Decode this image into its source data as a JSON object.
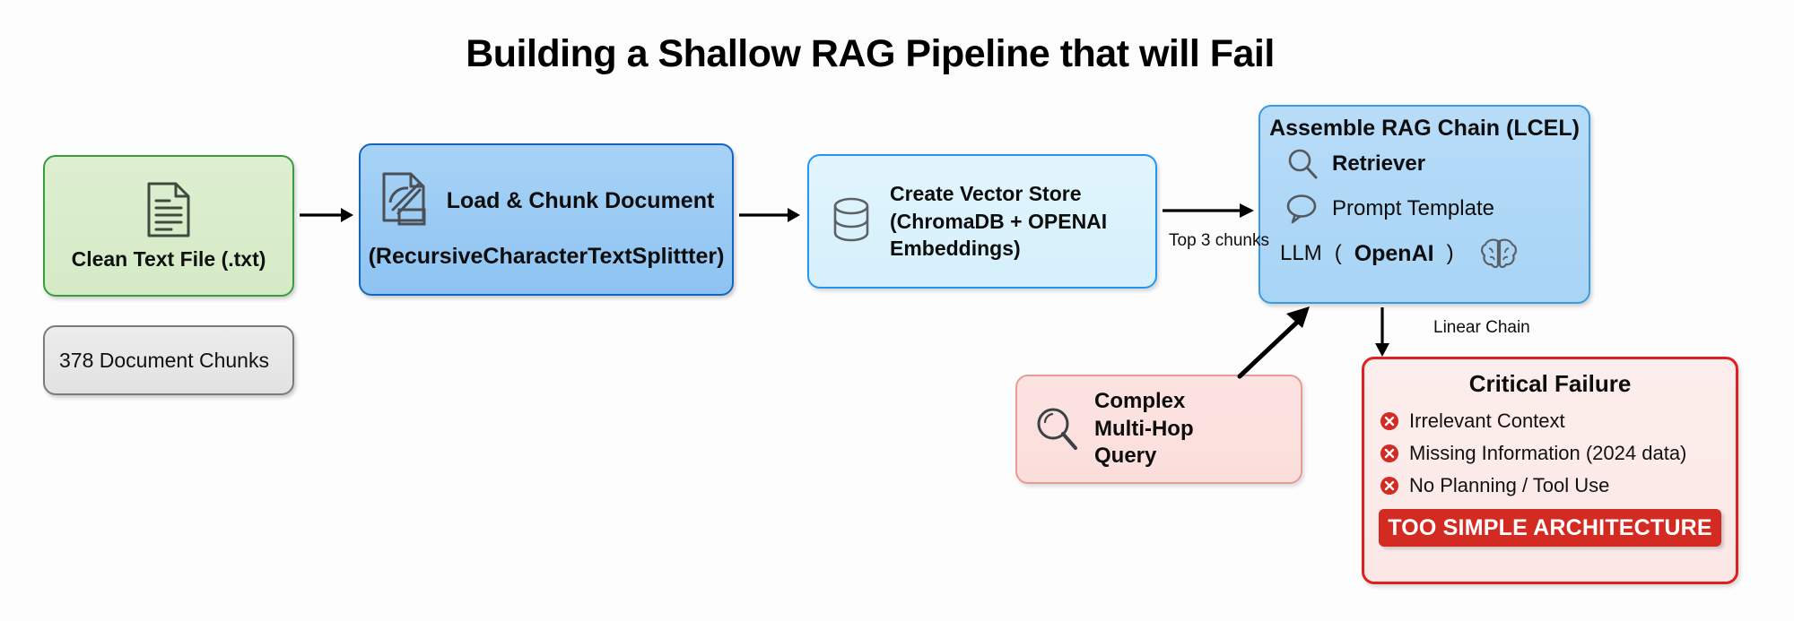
{
  "page": {
    "title": "Building a Shallow RAG Pipeline that will Fail",
    "background_color": "#fdfdfd"
  },
  "nodes": {
    "clean_text": {
      "label": "Clean Text File (.txt)",
      "icon": "document-icon",
      "fill_color": "#d7ecc9",
      "border_color": "#3a9c3f"
    },
    "chunks_badge": {
      "label": "378 Document Chunks",
      "count": 378,
      "fill_color": "#e8e8e8",
      "border_color": "#7b7b7b"
    },
    "load_chunk": {
      "title": "Load & Chunk Document",
      "subtitle": "(RecursiveCharacterTextSplittter)",
      "icon": "document-split-icon",
      "fill_color": "#97c9f4",
      "border_color": "#1565c0"
    },
    "vector_store": {
      "line1": "Create Vector Store",
      "line2": "(ChromaDB + OPENAI",
      "line3": "Embeddings)",
      "icon": "database-icon",
      "fill_color": "#daf2fd",
      "border_color": "#2196f3"
    },
    "rag_chain": {
      "title": "Assemble RAG Chain (LCEL)",
      "fill_color": "#aed7f7",
      "border_color": "#3c9ae0",
      "rows": [
        {
          "icon": "magnifier-icon",
          "label": "Retriever",
          "bold": true
        },
        {
          "icon": "speech-bubble-icon",
          "label": "Prompt Template",
          "bold": false
        }
      ],
      "llm_row": {
        "label": "LLM",
        "open_paren": "(",
        "provider": "OpenAI",
        "close_paren": ")",
        "icon": "brain-icon"
      }
    },
    "query": {
      "line1": "Complex",
      "line2": "Multi-Hop",
      "line3": "Query",
      "icon": "magnifier-icon",
      "fill_color": "#fbe0de",
      "border_color": "#e79b97"
    },
    "failure": {
      "title": "Critical Failure",
      "fill_color": "#fbeae8",
      "border_color": "#e02020",
      "items": [
        {
          "icon": "error-x-icon",
          "text": "Irrelevant Context"
        },
        {
          "icon": "error-x-icon",
          "text": "Missing Information (2024 data)"
        },
        {
          "icon": "error-x-icon",
          "text": "No Planning / Tool Use"
        }
      ],
      "banner": {
        "text": "TOO SIMPLE ARCHITECTURE",
        "background_color": "#d32a22",
        "text_color": "#ffffff"
      }
    }
  },
  "edges": {
    "clean_to_load": {
      "label": "",
      "icon": "arrow-right-icon"
    },
    "load_to_vector": {
      "label": "",
      "icon": "arrow-right-icon"
    },
    "vector_to_rag": {
      "label": "Top 3 chunks",
      "icon": "arrow-right-icon"
    },
    "rag_to_failure": {
      "label": "Linear Chain",
      "icon": "arrow-down-icon"
    },
    "query_to_rag": {
      "label": "",
      "icon": "arrow-diagonal-up-icon"
    }
  }
}
